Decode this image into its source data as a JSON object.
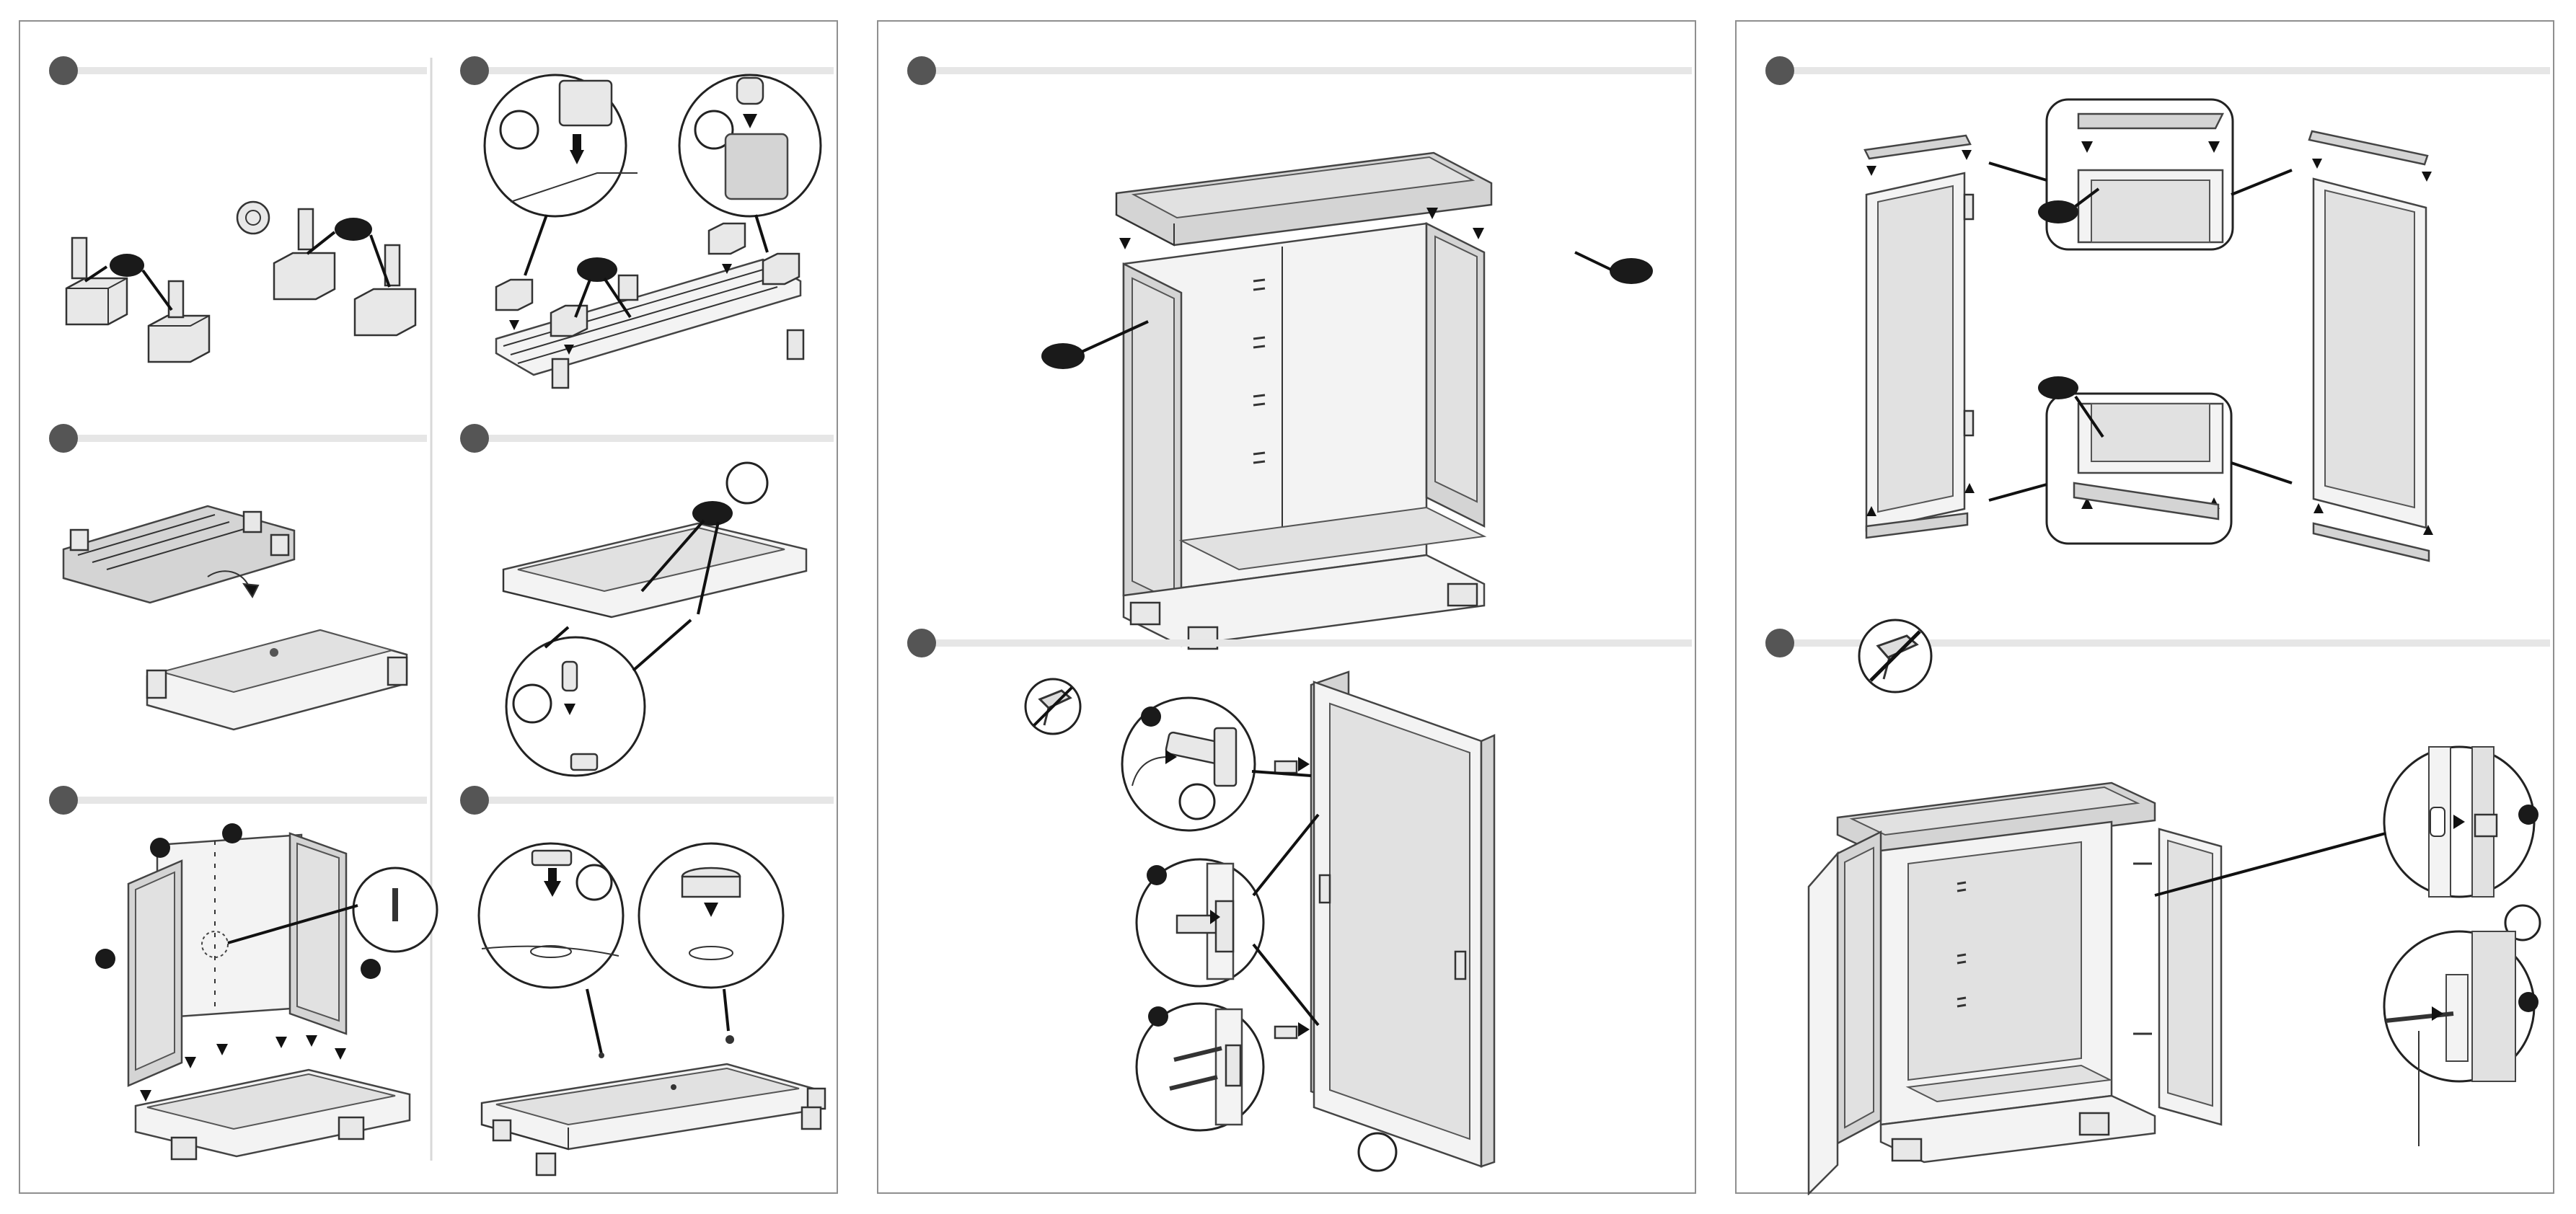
{
  "document": {
    "type": "assembly instructions",
    "text_content": [],
    "colors": {
      "border": "#8f8f8f",
      "step_marker": "#555555",
      "header_bar": "#e6e6e6",
      "callout_dot": "#1a1a1a",
      "panel_fill": "#f3f3f3",
      "panel_inner": "#e1e1e1"
    }
  },
  "sheets": [
    {
      "steps": [
        {
          "illustration": "feet-onto-base-connectors"
        },
        {
          "illustration": "feet-onto-base-frame-with-zoom-details"
        },
        {
          "illustration": "base-flip-over"
        },
        {
          "illustration": "base-pins-detail"
        },
        {
          "illustration": "back-and-side-panels-onto-base"
        },
        {
          "illustration": "caps-into-base"
        }
      ]
    },
    {
      "steps": [
        {
          "illustration": "top-onto-cabinet-body"
        },
        {
          "illustration": "hinges-onto-door",
          "icon": "no-drill-icon"
        }
      ]
    },
    {
      "steps": [
        {
          "illustration": "door-frame-top-and-bottom-bars"
        },
        {
          "illustration": "doors-onto-cabinet",
          "icon": "no-drill-icon"
        }
      ]
    }
  ]
}
